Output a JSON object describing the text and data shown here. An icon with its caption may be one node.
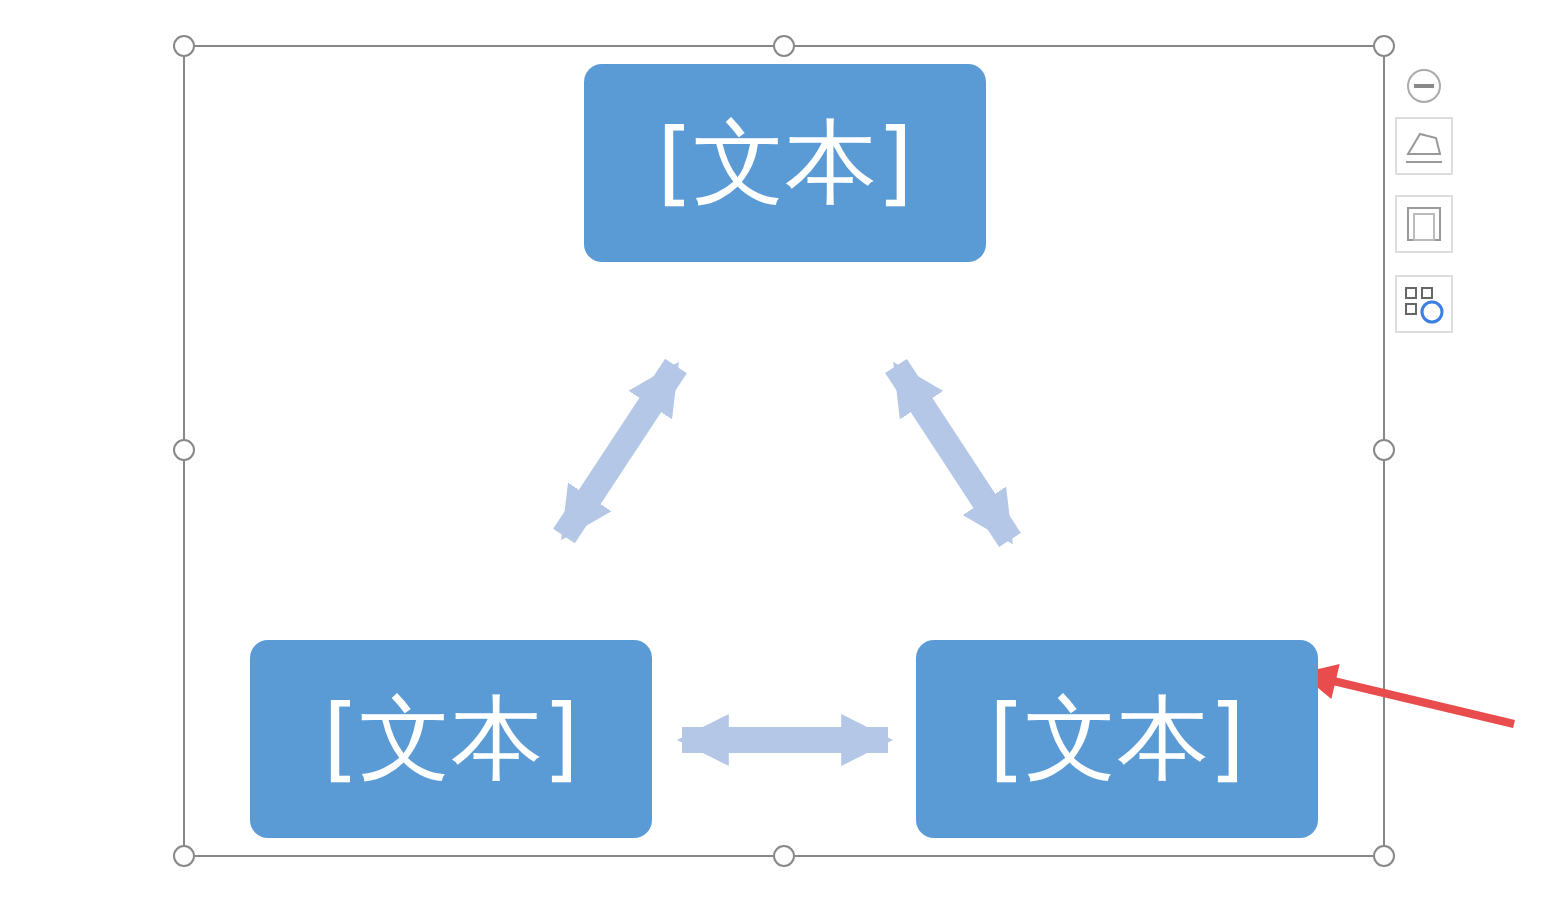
{
  "diagram": {
    "nodes": [
      {
        "text": [
          "[文本]"
        ]
      },
      {
        "text": [
          "[文本]"
        ]
      },
      {
        "text": [
          "[文本]"
        ]
      }
    ],
    "edges": [
      {
        "from": 0,
        "to": 1,
        "arrow": "both"
      },
      {
        "from": 0,
        "to": 2,
        "arrow": "both"
      },
      {
        "from": 1,
        "to": 2,
        "arrow": "both"
      },
      {
        "from": null,
        "to": 2,
        "arrow": "to",
        "color": "#e84c4c"
      }
    ]
  }
}
